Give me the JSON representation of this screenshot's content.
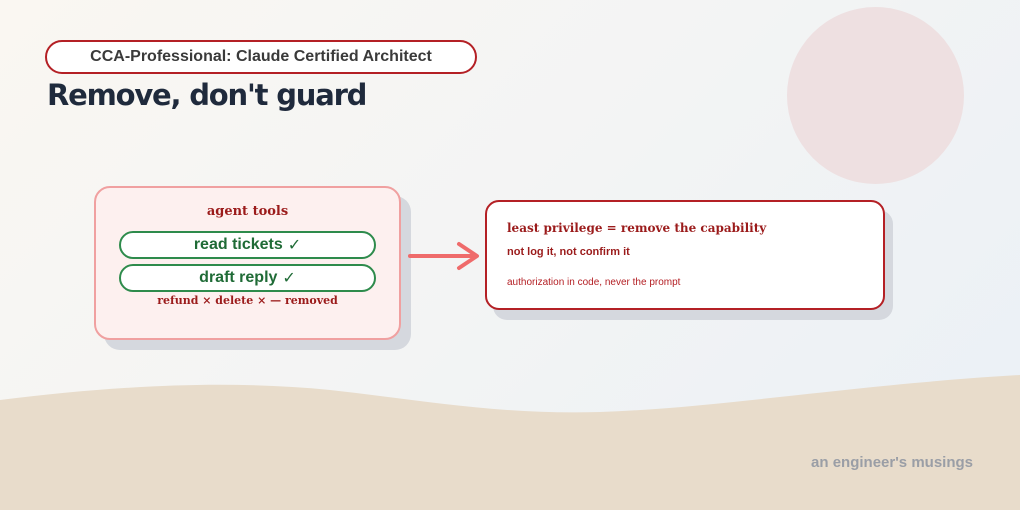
{
  "header": {
    "cert_badge": "CCA-Professional: Claude Certified Architect",
    "title": "Remove, don't guard"
  },
  "tools_panel": {
    "title": "agent tools",
    "tools": [
      {
        "label": "read tickets",
        "check": "✓"
      },
      {
        "label": "draft reply",
        "check": "✓"
      }
    ],
    "removed_note": "refund × delete × — removed"
  },
  "principle_panel": {
    "title": "least privilege = remove the capability",
    "subtitle": "not log it, not confirm it",
    "note": "authorization in code, never the prompt"
  },
  "footer": {
    "credit": "an engineer's musings"
  },
  "colors": {
    "accent_red": "#b42025",
    "tool_green": "#2e8b4c",
    "arrow": "#ef6b6b",
    "panel_pink": "#fdf0ef",
    "wave_sand": "#e8dccb"
  }
}
